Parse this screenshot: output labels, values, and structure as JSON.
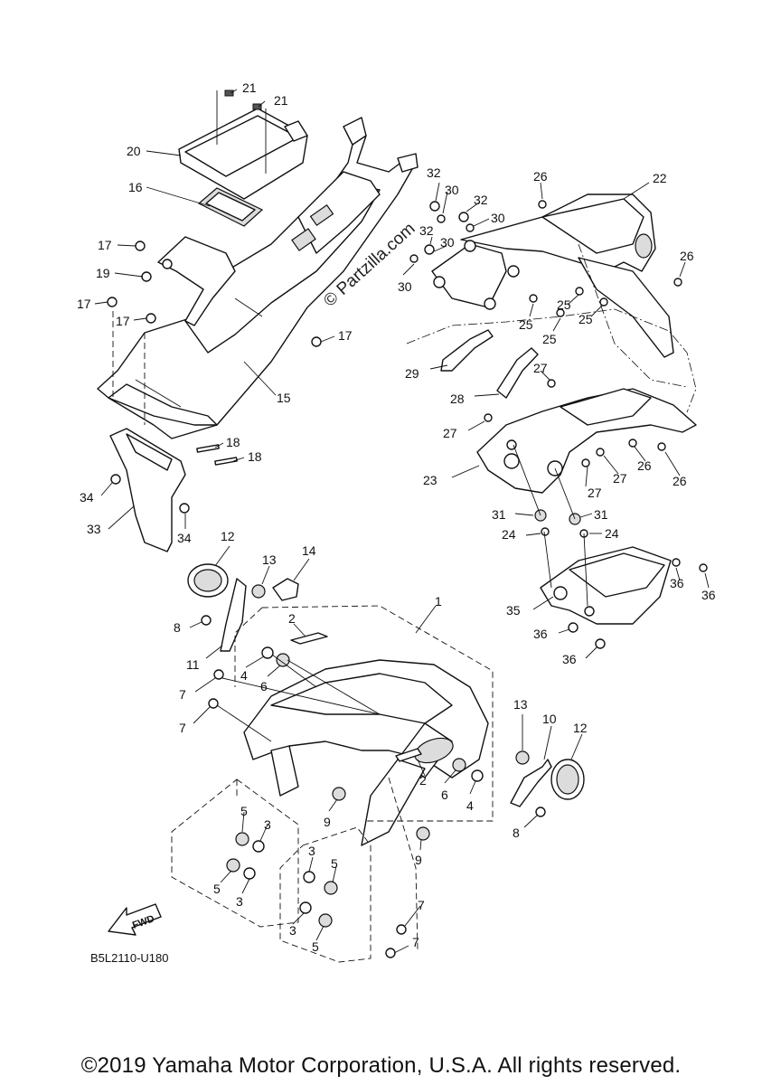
{
  "diagram": {
    "code": "B5L2110-U180",
    "watermark": "© Partzilla.com",
    "fwd_label": "FWD",
    "callouts": {
      "n1": "1",
      "n2": "2",
      "n3": "3",
      "n4": "4",
      "n5": "5",
      "n6": "6",
      "n7": "7",
      "n8": "8",
      "n9": "9",
      "n10": "10",
      "n11": "11",
      "n12": "12",
      "n13": "13",
      "n14": "14",
      "n15": "15",
      "n16": "16",
      "n17": "17",
      "n18": "18",
      "n19": "19",
      "n20": "20",
      "n21": "21",
      "n22": "22",
      "n23": "23",
      "n24": "24",
      "n25": "25",
      "n26": "26",
      "n27": "27",
      "n28": "28",
      "n29": "29",
      "n30": "30",
      "n31": "31",
      "n32": "32",
      "n33": "33",
      "n34": "34",
      "n35": "35",
      "n36": "36"
    }
  },
  "footer": {
    "copyright": "©2019 Yamaha Motor Corporation, U.S.A. All rights reserved."
  }
}
